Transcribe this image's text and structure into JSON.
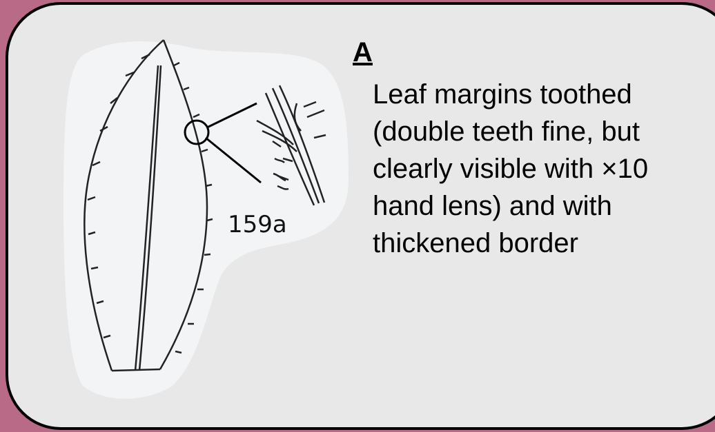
{
  "colors": {
    "background": "#b86a86",
    "card": "#e8e8e8",
    "figure_panel": "#f2f4f5",
    "ink": "#000000"
  },
  "option": {
    "letter": "A",
    "description": "Leaf margins toothed (double teeth fine, but clearly visible with ×10 hand lens) and with thickened border"
  },
  "figure": {
    "label": "159a",
    "items": [
      "leaf-outline-drawing",
      "margin-detail-enlargement"
    ]
  }
}
